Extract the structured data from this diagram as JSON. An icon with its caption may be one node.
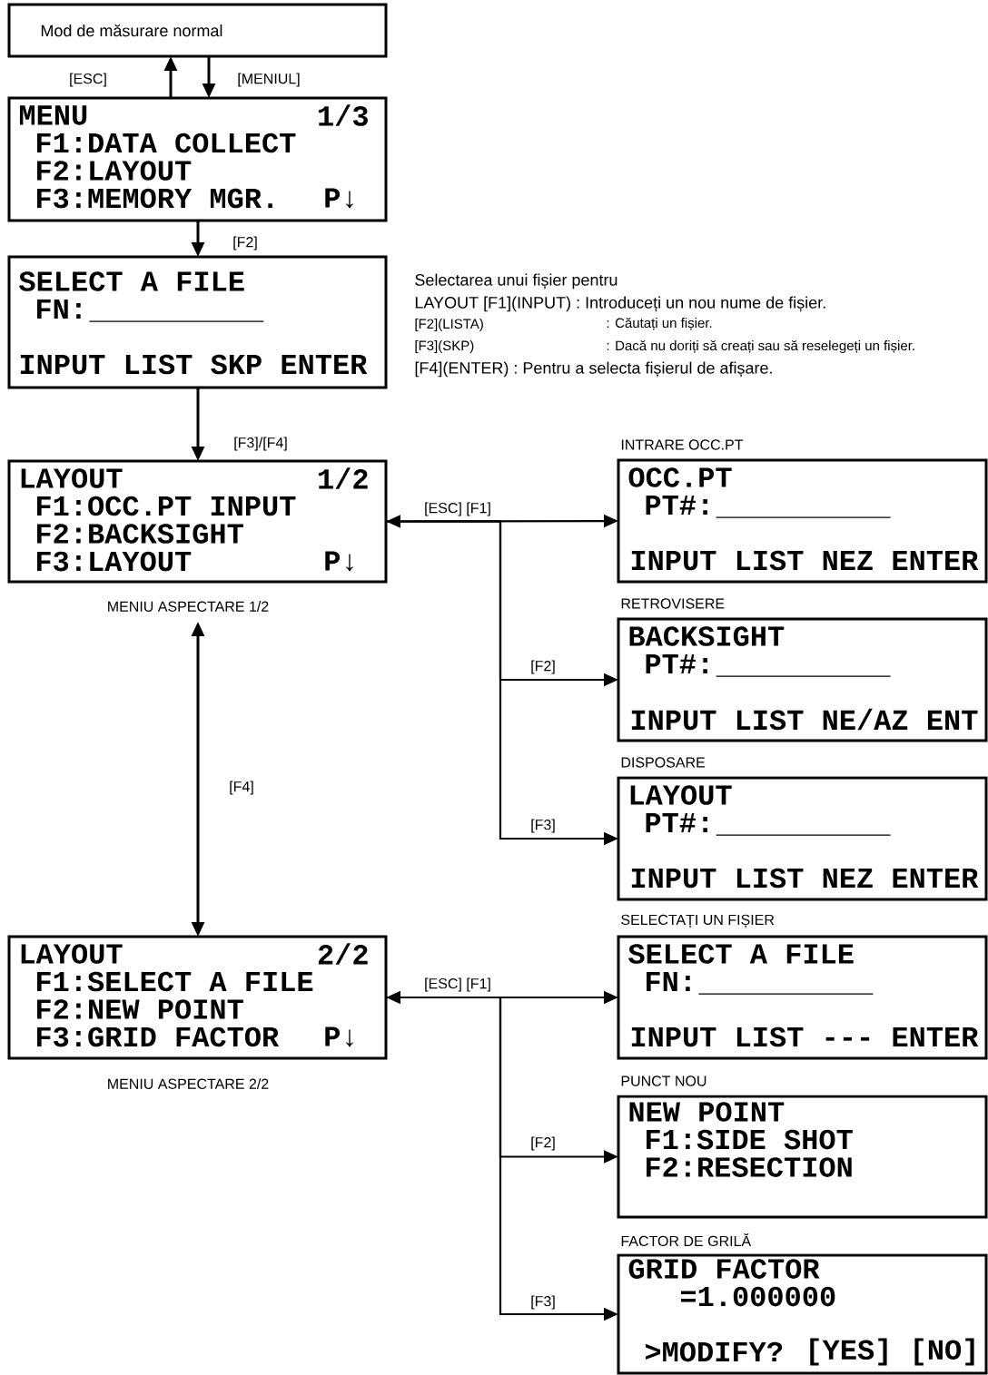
{
  "diagram": {
    "nodes": [
      {
        "text": [
          "Mod de măsurare normal"
        ]
      },
      {
        "text": [
          "MENU",
          "1/3",
          "F1:DATA COLLECT",
          "F2:LAYOUT",
          "F3:MEMORY MGR.",
          "P↓"
        ]
      },
      {
        "text": [
          "SELECT A FILE",
          "FN:",
          "INPUT LIST SKP ENTER"
        ]
      },
      {
        "text": [
          "LAYOUT",
          "1/2",
          "F1:OCC.PT INPUT",
          "F2:BACKSIGHT",
          "F3:LAYOUT",
          "P↓"
        ],
        "beside": [
          "MENIU ASPECTARE 1/2"
        ]
      },
      {
        "text": [
          "INTRARE OCC.PT",
          "OCC.PT",
          "PT#:",
          "INPUT LIST NEZ ENTER"
        ]
      },
      {
        "text": [
          "RETROVISERE",
          "BACKSIGHT",
          "PT#:",
          "INPUT LIST NE/AZ ENT"
        ]
      },
      {
        "text": [
          "DISPOSARE",
          "LAYOUT",
          "PT#:",
          "INPUT LIST NEZ ENTER"
        ]
      },
      {
        "text": [
          "LAYOUT",
          "2/2",
          "F1:SELECT A FILE",
          "F2:NEW POINT",
          "F3:GRID FACTOR",
          "P↓"
        ],
        "beside": [
          "MENIU ASPECTARE 2/2"
        ]
      },
      {
        "text": [
          "SELECTAȚI UN FIȘIER",
          "SELECT A FILE",
          "FN:",
          "INPUT LIST --- ENTER"
        ]
      },
      {
        "text": [
          "PUNCT NOU",
          "NEW POINT",
          "F1:SIDE SHOT",
          "F2:RESECTION"
        ]
      },
      {
        "text": [
          "FACTOR DE GRILĂ",
          "GRID FACTOR",
          "=1.000000",
          ">MODIFY?",
          "[YES] [NO]"
        ]
      }
    ],
    "edges": [
      {
        "from": 1,
        "to": 0,
        "arrow": "to",
        "label": "[ESC]"
      },
      {
        "from": 0,
        "to": 1,
        "arrow": "to",
        "label": "[MENIUL]"
      },
      {
        "from": 1,
        "to": 2,
        "arrow": "to",
        "label": "[F2]"
      },
      {
        "from": 2,
        "to": 3,
        "arrow": "to",
        "label": "[F3]/[F4]"
      },
      {
        "from": 3,
        "to": 7,
        "arrow": "both",
        "label": "[F4]"
      },
      {
        "from": 3,
        "to": 4,
        "arrow": "both",
        "label": "[ESC] [F1]"
      },
      {
        "from": 3,
        "to": 5,
        "arrow": "to",
        "label": "[F2]"
      },
      {
        "from": 3,
        "to": 6,
        "arrow": "to",
        "label": "[F3]"
      },
      {
        "from": 7,
        "to": 8,
        "arrow": "both",
        "label": "[ESC] [F1]"
      },
      {
        "from": 7,
        "to": 9,
        "arrow": "to",
        "label": "[F2]"
      },
      {
        "from": 7,
        "to": 10,
        "arrow": "to",
        "label": "[F3]"
      }
    ],
    "labels": [
      "Selectarea unui fișier pentru",
      "LAYOUT [F1](INPUT) : Introduceți un nou nume de fișier.",
      "[F2](LISTA)",
      ": Căutați un fișier.",
      "[F3](SKP)",
      ": Dacă nu doriți să creați sau să reselegeți un fișier.",
      "[F4](ENTER) : Pentru a selecta fișierul de afișare."
    ]
  }
}
